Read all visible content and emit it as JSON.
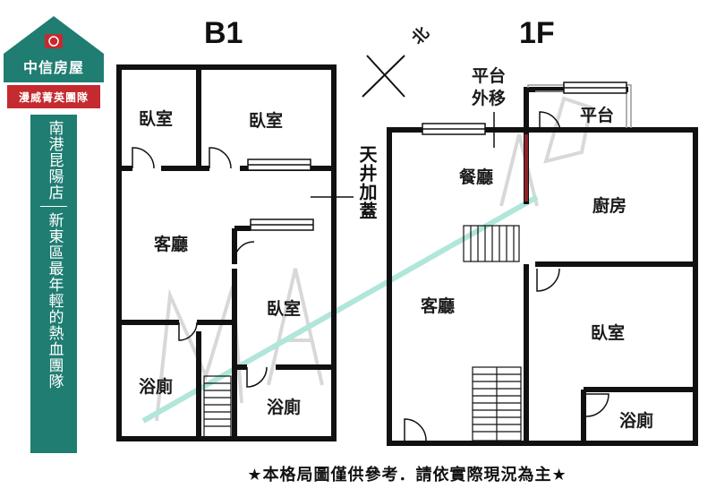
{
  "brand": {
    "name": "中信房屋",
    "team": "漫威菁英團隊",
    "store": "南港昆陽店",
    "slogan": "新東區最年輕的熱血團隊",
    "colors": {
      "green": "#1f7d72",
      "red": "#c42a2f"
    },
    "logo_icon": "house-logo-icon"
  },
  "floors": {
    "b1": {
      "title": "B1",
      "rooms": {
        "bedroom_1": "臥室",
        "bedroom_2": "臥室",
        "living_room": "客廳",
        "bedroom_3": "臥室",
        "bath_1": "浴廁",
        "bath_2": "浴廁"
      },
      "annotation": "天井加蓋"
    },
    "f1": {
      "title": "1F",
      "rooms": {
        "dining": "餐廳",
        "kitchen": "廚房",
        "living_room": "客廳",
        "bedroom": "臥室",
        "bath": "浴廁",
        "balcony": "平台"
      },
      "annotation_line1": "平台",
      "annotation_line2": "外移"
    }
  },
  "compass": {
    "label": "北",
    "icon": "north-arrow-icon"
  },
  "footer": "★本格局圖僅供參考．請依實際現況為主★",
  "colors": {
    "wall": "#111111",
    "watermark": "#c9c9c9",
    "accent_watermark": "#7fd3c3"
  }
}
